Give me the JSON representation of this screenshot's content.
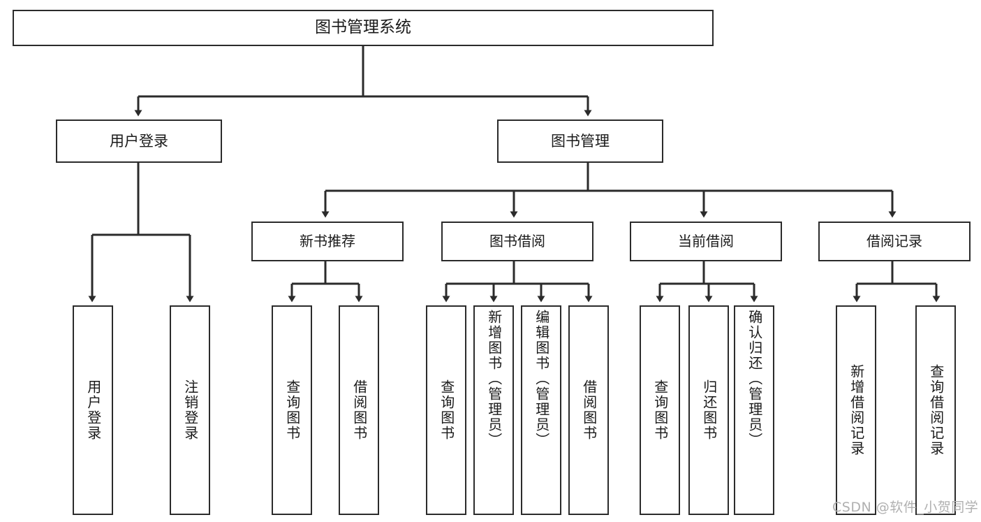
{
  "diagram": {
    "title": "图书管理系统",
    "type": "tree-hierarchy-chart",
    "watermark": "CSDN @软件_小贺同学",
    "colors": {
      "box_border": "#2b2b2b",
      "box_fill": "#ffffff",
      "edge": "#2b2b2b",
      "text": "#1a1a1a",
      "watermark": "#b0b0b0"
    },
    "root": {
      "label": "图书管理系统"
    },
    "level1": [
      {
        "label": "用户登录"
      },
      {
        "label": "图书管理"
      }
    ],
    "level2": [
      {
        "label": "新书推荐"
      },
      {
        "label": "图书借阅"
      },
      {
        "label": "当前借阅"
      },
      {
        "label": "借阅记录"
      }
    ],
    "leaves": {
      "user_login": [
        {
          "label": "用户登录"
        },
        {
          "label": "注销登录"
        }
      ],
      "new_book_recommend": [
        {
          "label": "查询图书"
        },
        {
          "label": "借阅图书"
        }
      ],
      "book_borrow": [
        {
          "label": "查询图书"
        },
        {
          "label": "新增图书（管理员）"
        },
        {
          "label": "编辑图书（管理员）"
        },
        {
          "label": "借阅图书"
        }
      ],
      "current_borrow": [
        {
          "label": "查询图书"
        },
        {
          "label": "归还图书"
        },
        {
          "label": "确认归还（管理员）"
        }
      ],
      "borrow_record": [
        {
          "label": "新增借阅记录"
        },
        {
          "label": "查询借阅记录"
        }
      ]
    }
  }
}
